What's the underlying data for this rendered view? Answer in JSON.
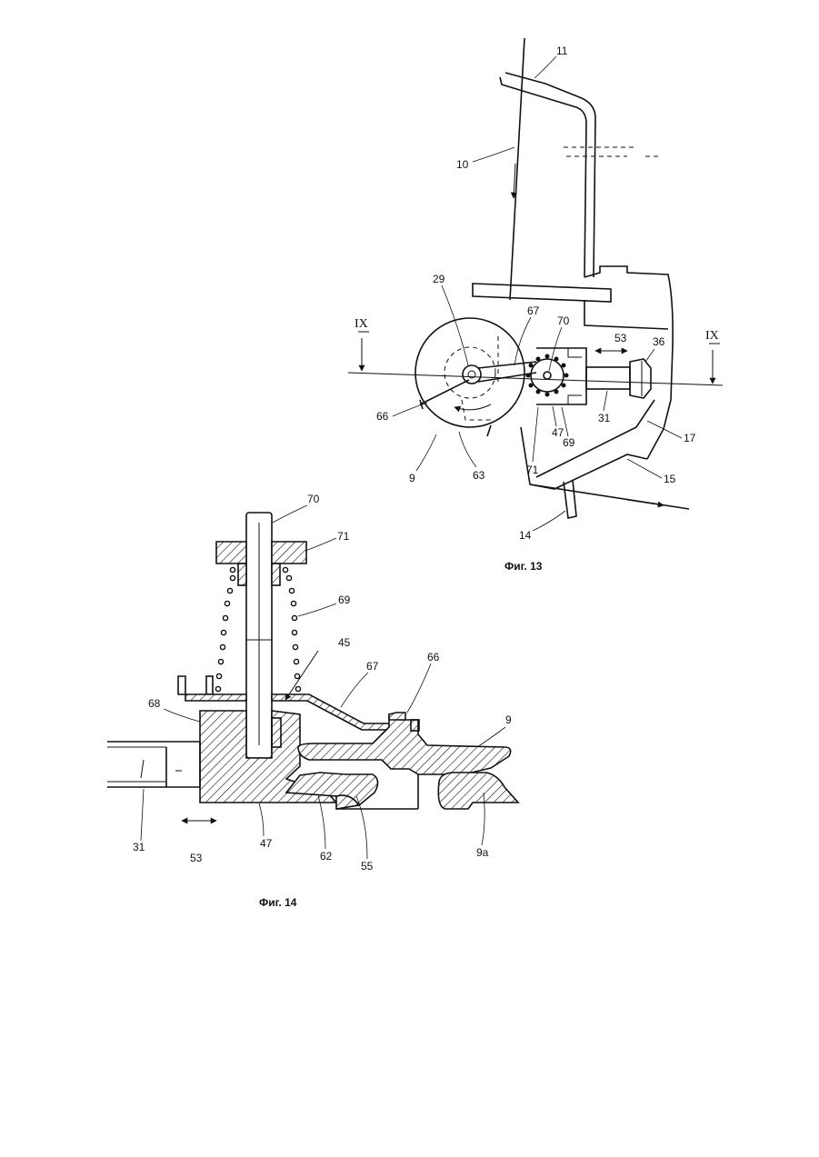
{
  "figures": [
    {
      "id": "fig13",
      "caption": "Фиг. 13",
      "section_marks": [
        "IX",
        "IX"
      ],
      "labels": [
        "11",
        "10",
        "29",
        "67",
        "70",
        "53",
        "36",
        "66",
        "47",
        "69",
        "31",
        "17",
        "9",
        "63",
        "71",
        "15",
        "14"
      ]
    },
    {
      "id": "fig14",
      "caption": "Фиг. 14",
      "labels": [
        "70",
        "71",
        "69",
        "45",
        "67",
        "66",
        "68",
        "9",
        "31",
        "53",
        "47",
        "62",
        "55",
        "9a"
      ]
    }
  ]
}
